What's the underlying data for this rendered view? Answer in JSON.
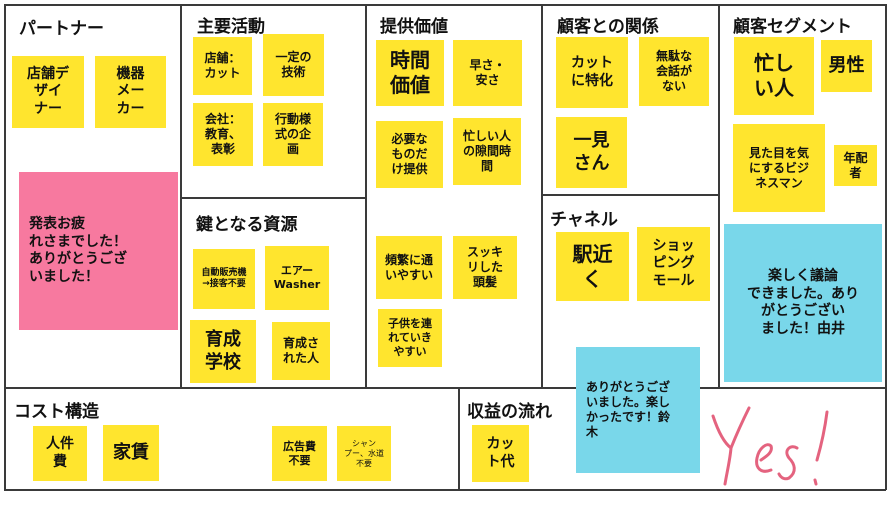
{
  "sections": {
    "partners": "パートナー",
    "key_activities": "主要活動",
    "value_propositions": "提供価値",
    "customer_relationships": "顧客との関係",
    "customer_segments": "顧客セグメント",
    "key_resources": "鍵となる資源",
    "channels": "チャネル",
    "cost_structure": "コスト構造",
    "revenue_streams": "収益の流れ"
  },
  "notes": {
    "partners_store_designer": "店舗デ\nザイ\nナー",
    "partners_equipment_maker": "機器\nメー\nカー",
    "partners_thanks": "発表お疲\nれさまでした！\nありがとうござ\nいました！",
    "activities_store_cut": "店舗：\nカット",
    "activities_fixed_skill": "一定の\n技術",
    "activities_company": "会社：\n教育、\n表彰",
    "activities_behavior_plan": "行動様\n式の企\n画",
    "resources_vending": "自動販売機\n→接客不要",
    "resources_air_washer": "エアー\nWasher",
    "resources_training_school": "育成\n学校",
    "resources_trained_people": "育成さ\nれた人",
    "value_time": "時間\n価値",
    "value_speed_cheap": "早さ・\n安さ",
    "value_only_needed": "必要な\nものだ\nけ提供",
    "value_busy_spare_time": "忙しい人\nの隙間時\n間",
    "value_easy_frequent": "頻繁に通\nいやすい",
    "value_clean_hair": "スッキ\nリした\n頭髪",
    "value_with_children": "子供を連\nれていき\nやすい",
    "relationship_cut_focus": "カット\nに特化",
    "relationship_no_chat": "無駄な\n会話が\nない",
    "relationship_first_time": "一見\nさん",
    "channel_near_station": "駅近\nく",
    "channel_shopping_mall": "ショッ\nピング\nモール",
    "segment_busy": "忙し\nい人",
    "segment_male": "男性",
    "segment_business": "見た目を気\nにするビジ\nネスマン",
    "segment_elderly": "年配\n者",
    "segment_thanks": "楽しく議論\nできました。あり\nがとうござい\nました！由井",
    "cost_labor": "人件\n費",
    "cost_rent": "家賃",
    "cost_ads_unneeded": "広告費\n不要",
    "cost_shampoo_water": "シャン\nプー、水道\n不要",
    "revenue_cut_fee": "カッ\nト代",
    "revenue_thanks": "ありがとうござ\nいました。楽し\nかったです！鈴\n木"
  },
  "handwriting": "Yes!",
  "colors": {
    "sticky_yellow": "#ffe52e",
    "sticky_pink": "#f7799f",
    "sticky_blue": "#79d7ea",
    "handwriting_pink": "#e4637f",
    "grid_line": "#3a3a3a"
  }
}
